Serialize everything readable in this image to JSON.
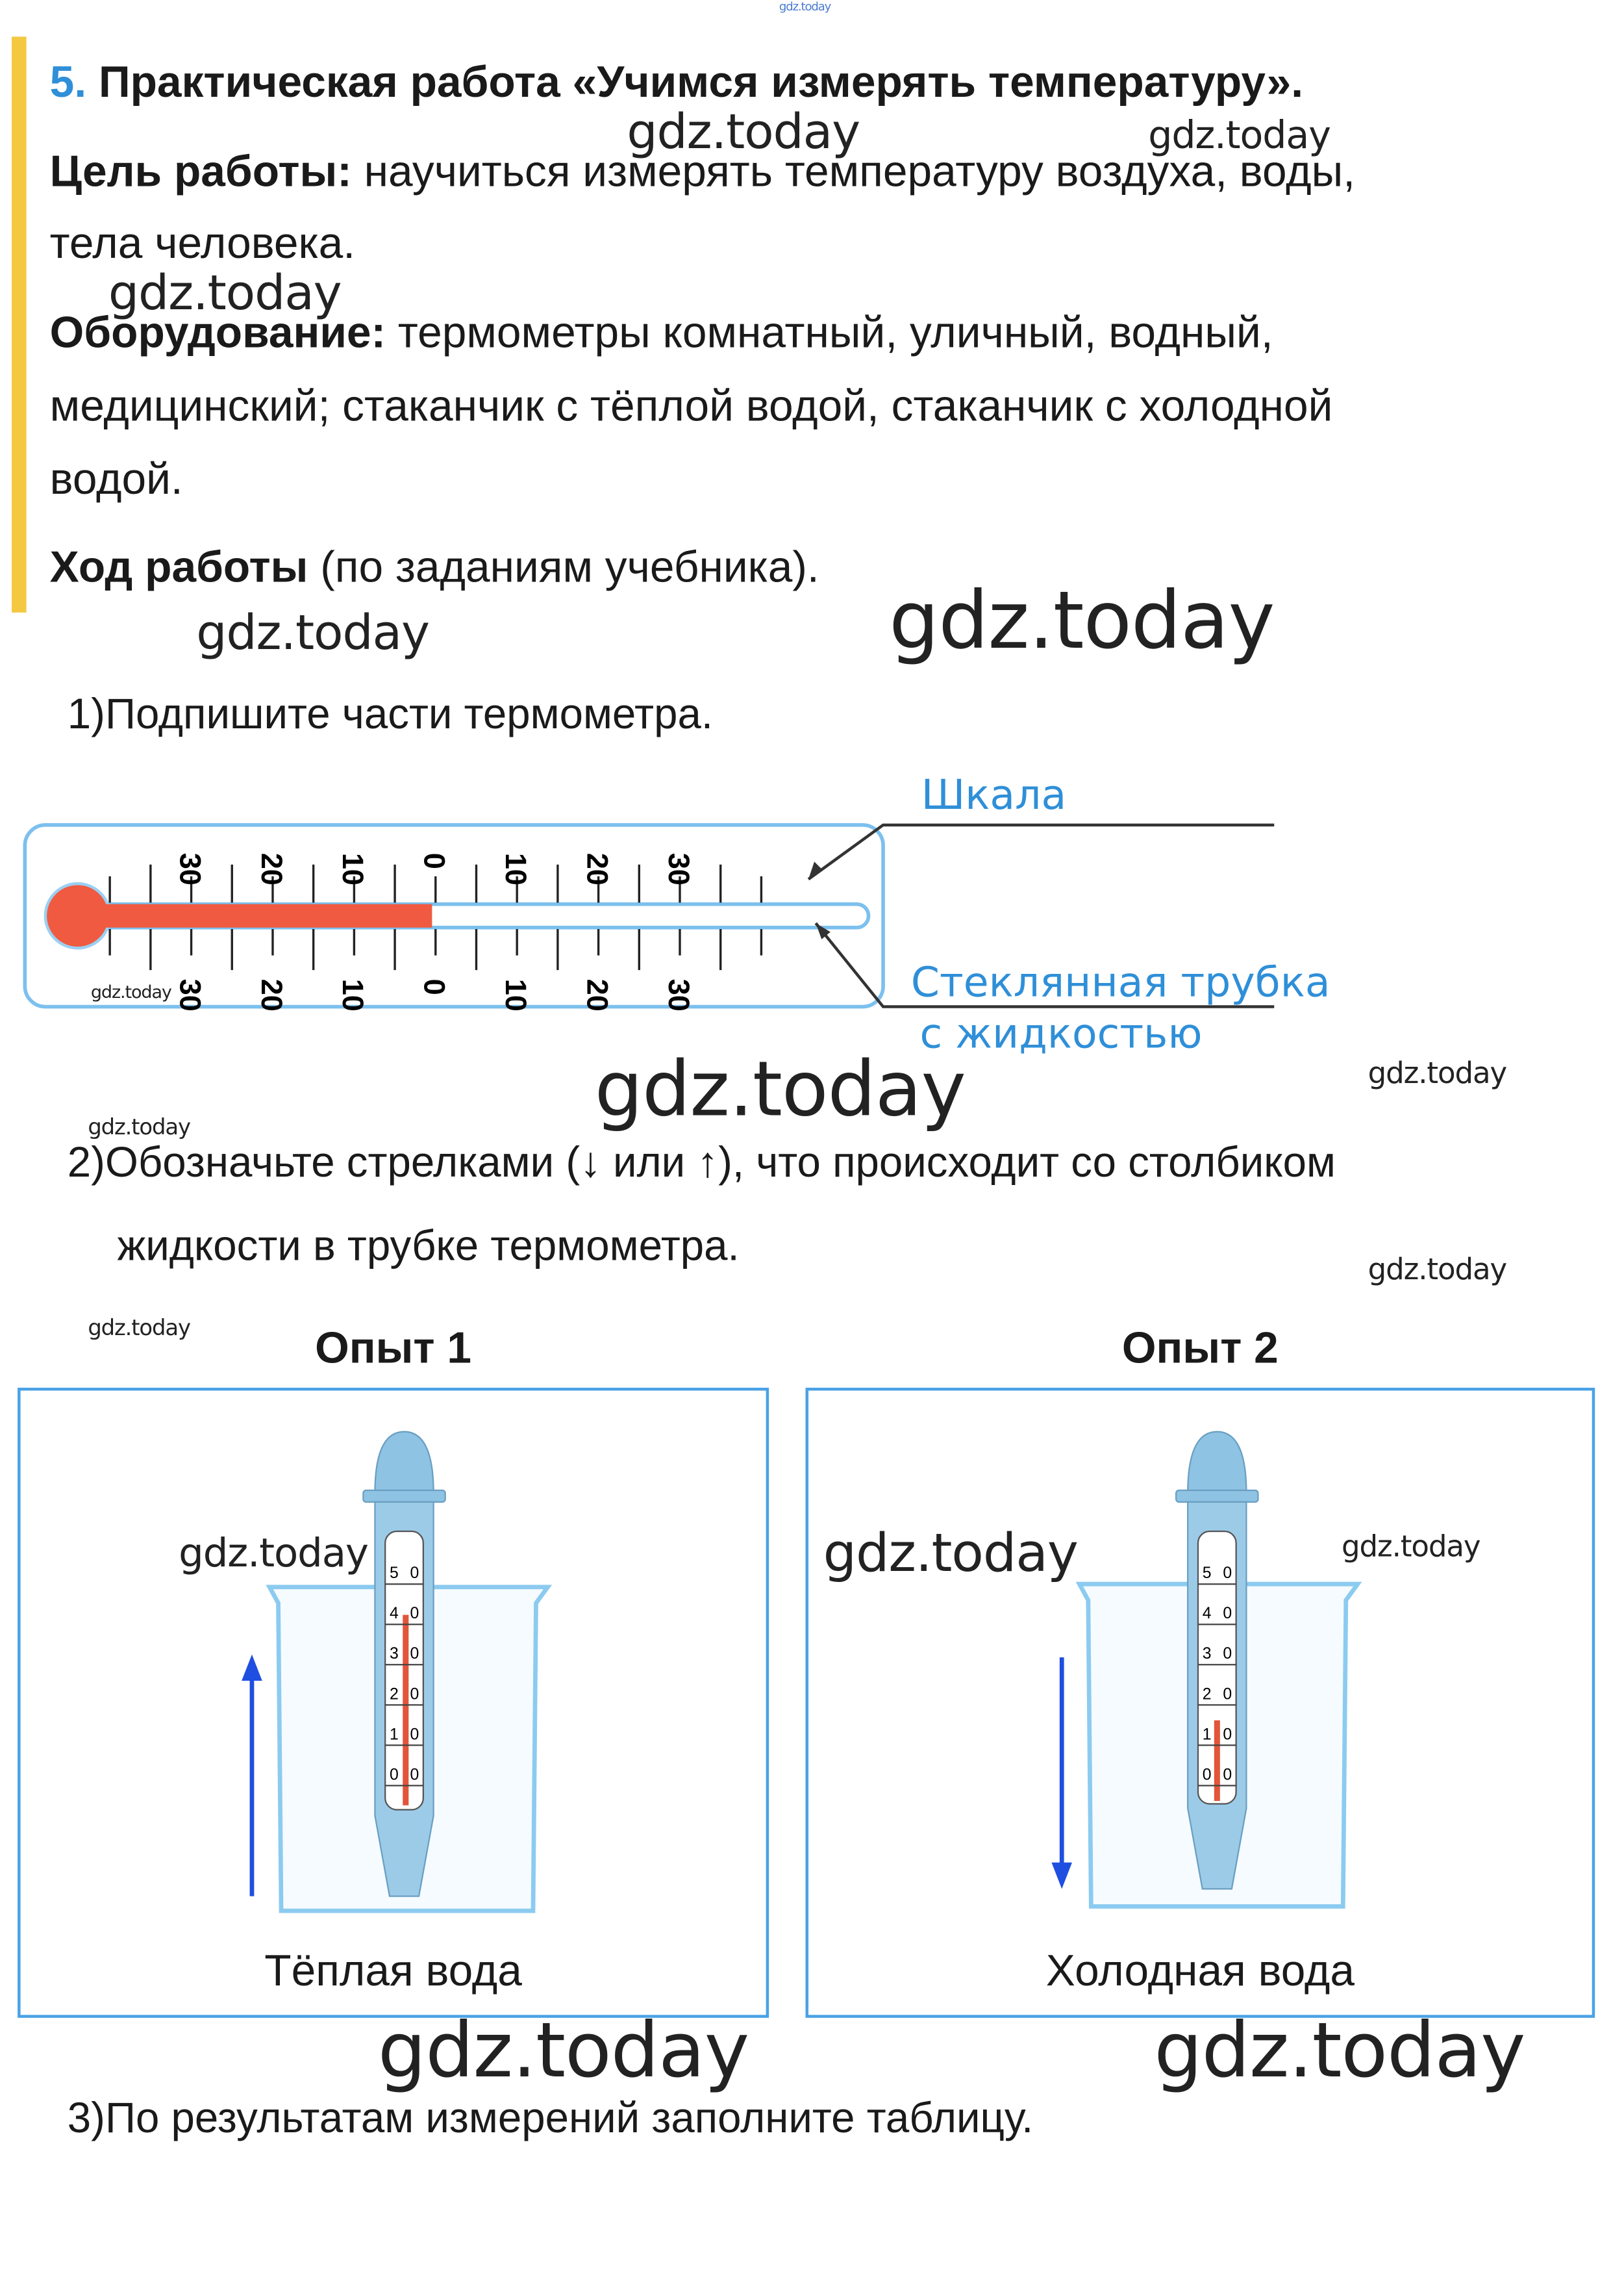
{
  "task": {
    "number": "5.",
    "title": "Практическая работа «Учимся измерять температуру».",
    "goal_label": "Цель работы:",
    "goal_text_1": " научиться измерять температуру воздуха, воды,",
    "goal_text_2": "тела человека.",
    "equipment_label": "Оборудование:",
    "equipment_text_1": " термометры комнатный, уличный, водный,",
    "equipment_text_2": "медицинский; стаканчик с тёплой водой, стаканчик с холодной",
    "equipment_text_3": "водой.",
    "procedure_label": "Ход работы",
    "procedure_text": " (по заданиям учебника)."
  },
  "step1": {
    "number": "1)",
    "text": "Подпишите части термометра.",
    "scale_labels_top": [
      "30",
      "20",
      "10",
      "0",
      "10",
      "20",
      "30"
    ],
    "scale_labels_bottom": [
      "30",
      "20",
      "10",
      "0",
      "10",
      "20",
      "30"
    ],
    "answer_scale": "Шкала",
    "answer_tube_1": "Стеклянная трубка",
    "answer_tube_2": "с жидкостью"
  },
  "step2": {
    "number": "2)",
    "text_1": "Обозначьте стрелками (↓ или ↑), что происходит со столбиком",
    "text_2": "жидкости в трубке термометра.",
    "experiment1": {
      "title": "Опыт 1",
      "caption": "Тёплая вода",
      "arrow": "up",
      "scale": [
        "5",
        "0",
        "4",
        "0",
        "3",
        "0",
        "2",
        "0",
        "1",
        "0",
        "0",
        "0"
      ]
    },
    "experiment2": {
      "title": "Опыт 2",
      "caption": "Холодная вода",
      "arrow": "down",
      "scale": [
        "5",
        "0",
        "4",
        "0",
        "3",
        "0",
        "2",
        "0",
        "1",
        "0",
        "0",
        "0"
      ]
    }
  },
  "step3": {
    "number": "3)",
    "text": "По результатам измерений заполните таблицу."
  },
  "watermark": "gdz.today",
  "colors": {
    "accent": "#2f8fd8",
    "highlight_bar": "#f5c842",
    "liquid": "#f05a40",
    "answer_arrow": "#1f4fe0"
  }
}
